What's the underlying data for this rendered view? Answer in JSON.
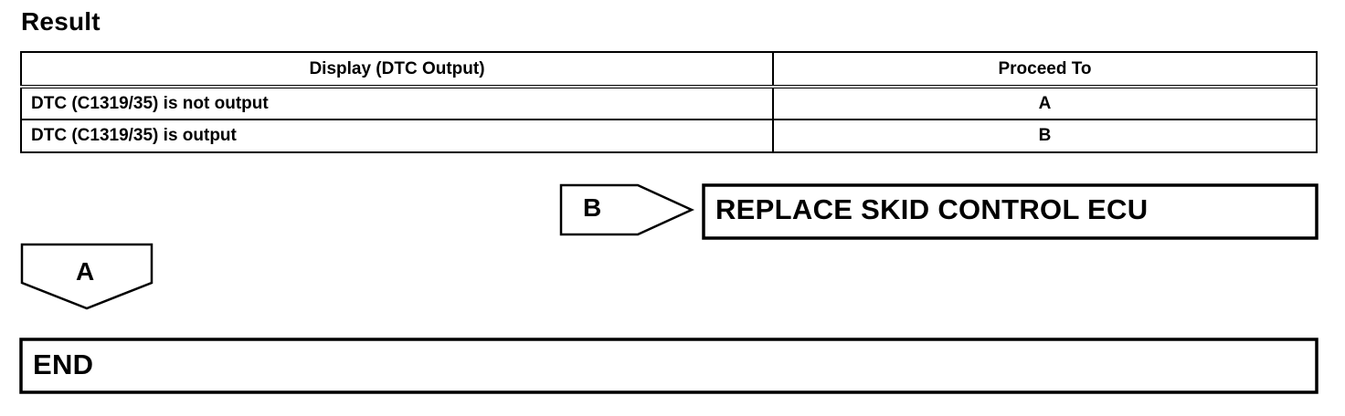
{
  "heading": "Result",
  "table": {
    "headers": {
      "display": "Display (DTC Output)",
      "proceed": "Proceed To"
    },
    "rows": [
      {
        "display": "DTC (C1319/35) is not output",
        "proceed": "A"
      },
      {
        "display": "DTC (C1319/35) is output",
        "proceed": "B"
      }
    ]
  },
  "flow": {
    "branch_b_label": "B",
    "branch_b_action": "REPLACE SKID CONTROL ECU",
    "branch_a_label": "A",
    "end_label": "END"
  }
}
